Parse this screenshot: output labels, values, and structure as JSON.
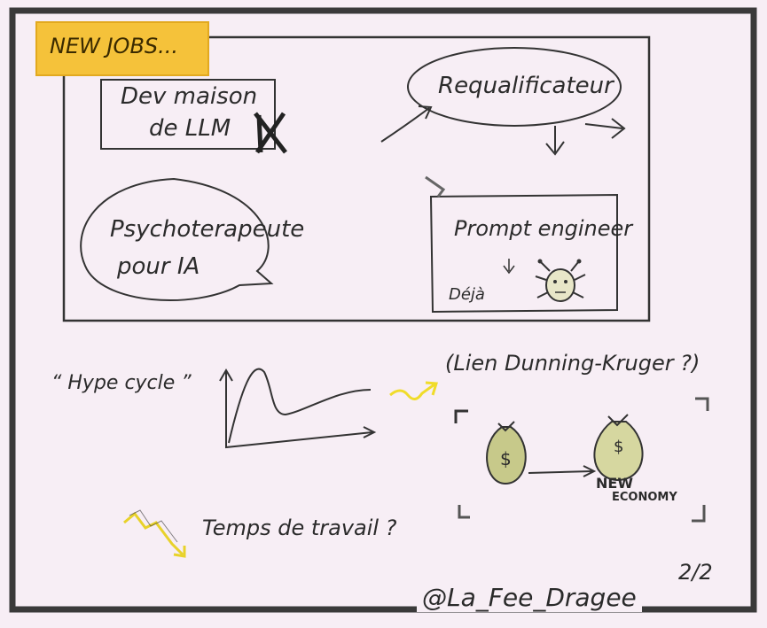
{
  "header": {
    "title": "NEW JOBS..."
  },
  "jobs": {
    "dev_llm": {
      "line1": "Dev maison",
      "line2": "de LLM"
    },
    "requalificateur": "Requalificateur",
    "psycho": {
      "line1": "Psychoterapeute",
      "line2": "pour IA"
    },
    "prompt": {
      "title": "Prompt engineer",
      "note": "Déjà"
    }
  },
  "hype": {
    "label": "“ Hype cycle ”",
    "link": "(Lien Dunning-Kruger ?)"
  },
  "economy": {
    "coin_symbol": "$",
    "label_line1": "NEW",
    "label_line2": "ECONOMY"
  },
  "work": {
    "label": "Temps de travail ?"
  },
  "footer": {
    "page": "2/2",
    "signature": "@La_Fee_Dragee"
  },
  "colors": {
    "accent": "#f5c23a",
    "highlight_yellow": "#f0dc2a",
    "olive": "#9aa34a",
    "ink": "#2b2b2b"
  }
}
